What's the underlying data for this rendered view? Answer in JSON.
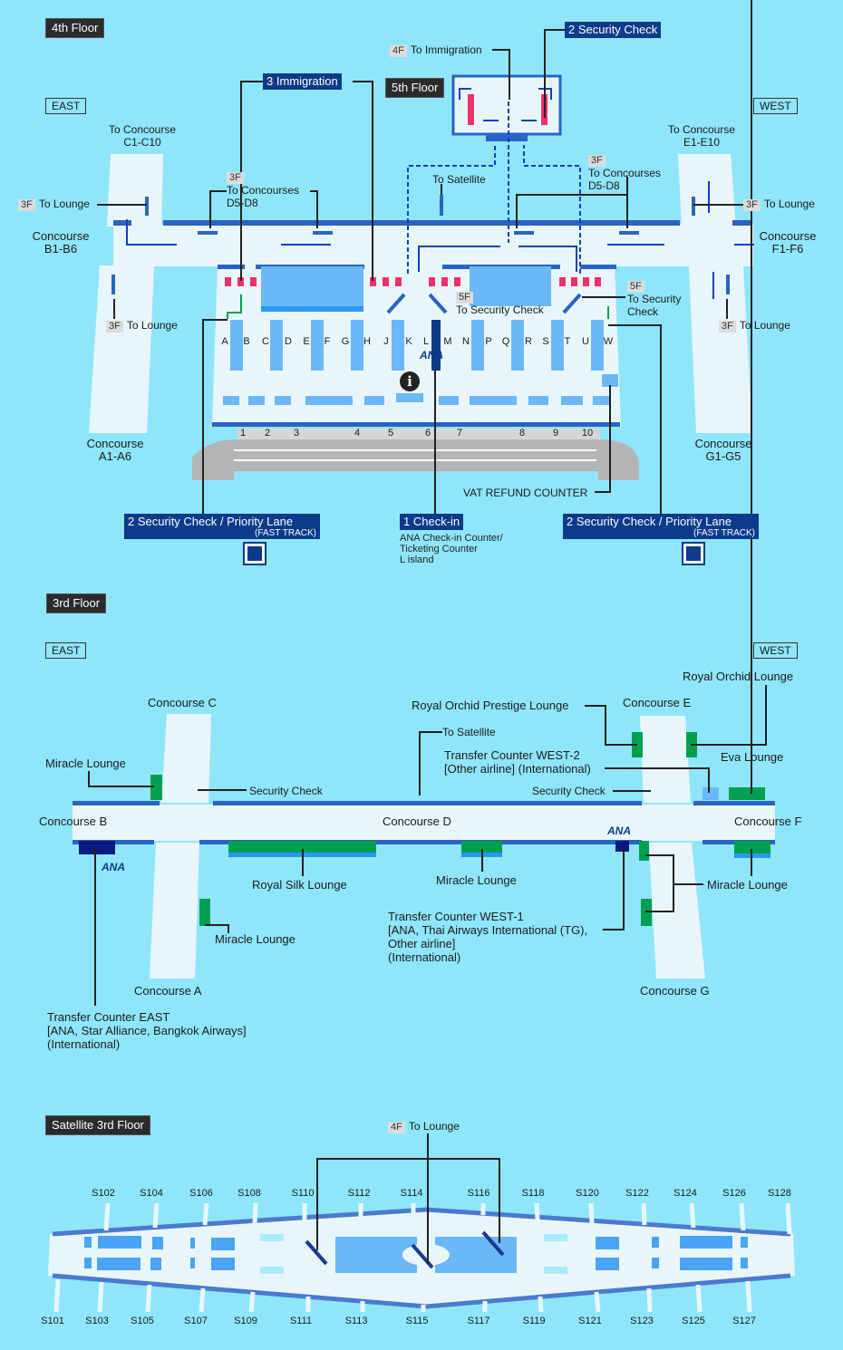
{
  "colors": {
    "background": "#8fe6fb",
    "concourse": "#e8f6fc",
    "edge": "#2a63c4",
    "counter": "#6ab8f8",
    "label_navy": "#0d3a8a",
    "security": "#f0306a",
    "lounge": "#00a050"
  },
  "floor4": {
    "title": "4th Floor",
    "east": "EAST",
    "west": "WEST",
    "floor5_title": "5th Floor",
    "to_immigration": {
      "badge": "4F",
      "text": "To Immigration"
    },
    "security_check_top": "2 Security Check",
    "immigration": "3 Immigration",
    "to_concourse_c": [
      "To Concourse",
      "C1-C10"
    ],
    "to_concourse_e": [
      "To Concourse",
      "E1-E10"
    ],
    "to_concourses_left": {
      "badge": "3F",
      "lines": [
        "To Concourses",
        "D5-D8"
      ]
    },
    "to_concourses_right": {
      "badge": "3F",
      "lines": [
        "To Concourses",
        "D5-D8"
      ]
    },
    "to_satellite": "To Satellite",
    "lounge_top_left": {
      "badge": "3F",
      "text": "To Lounge"
    },
    "lounge_top_right": {
      "badge": "3F",
      "text": "To Lounge"
    },
    "lounge_bottom_left": {
      "badge": "3F",
      "text": "To Lounge"
    },
    "lounge_bottom_right": {
      "badge": "3F",
      "text": "To Lounge"
    },
    "concourse_b": [
      "Concourse",
      "B1-B6"
    ],
    "concourse_f": [
      "Concourse",
      "F1-F6"
    ],
    "concourse_a": [
      "Concourse",
      "A1-A6"
    ],
    "concourse_g": [
      "Concourse",
      "G1-G5"
    ],
    "security_center": {
      "badge": "5F",
      "text": "To Security Check"
    },
    "security_right": {
      "badge": "5F",
      "lines": [
        "To Security",
        "Check"
      ]
    },
    "islands": [
      "A",
      "B",
      "C",
      "D",
      "E",
      "F",
      "G",
      "H",
      "J",
      "K",
      "L",
      "M",
      "N",
      "P",
      "Q",
      "R",
      "S",
      "T",
      "U",
      "W"
    ],
    "doors": [
      "1",
      "2",
      "3",
      "4",
      "5",
      "6",
      "7",
      "8",
      "9",
      "10"
    ],
    "vat_refund": "VAT REFUND COUNTER",
    "priority_left": {
      "title": "2 Security Check / Priority Lane",
      "sub": "(FAST TRACK)"
    },
    "priority_right": {
      "title": "2 Security Check / Priority Lane",
      "sub": "(FAST TRACK)"
    },
    "checkin": {
      "title": "1 Check-in",
      "lines": [
        "ANA Check-in Counter/",
        "Ticketing Counter",
        "L island"
      ]
    },
    "ana_logo": "ANA",
    "info_icon": "i"
  },
  "floor3": {
    "title": "3rd Floor",
    "east": "EAST",
    "west": "WEST",
    "royal_orchid": "Royal Orchid Lounge",
    "concourse_c": "Concourse C",
    "royal_orchid_prestige": "Royal Orchid Prestige Lounge",
    "concourse_e": "Concourse E",
    "to_satellite": "To Satellite",
    "transfer_west2": [
      "Transfer Counter WEST-2",
      "[Other airline] (International)"
    ],
    "miracle_left": "Miracle Lounge",
    "eva": "Eva Lounge",
    "security_left": "Security Check",
    "security_right": "Security Check",
    "concourse_b": "Concourse B",
    "concourse_d": "Concourse D",
    "concourse_f": "Concourse F",
    "royal_silk": "Royal Silk Lounge",
    "miracle_center": "Miracle Lounge",
    "miracle_right": "Miracle Lounge",
    "transfer_west1": [
      "Transfer Counter WEST-1",
      "[ANA, Thai Airways International (TG),",
      "Other airline]",
      "(International)"
    ],
    "miracle_a": "Miracle Lounge",
    "concourse_a": "Concourse A",
    "concourse_g": "Concourse G",
    "transfer_east": [
      "Transfer Counter EAST",
      "[ANA, Star Alliance, Bangkok Airways]",
      "(International)"
    ],
    "ana_logo": "ANA"
  },
  "satellite": {
    "title": "Satellite 3rd Floor",
    "to_lounge": {
      "badge": "4F",
      "text": "To Lounge"
    },
    "gates_top": [
      "S102",
      "S104",
      "S106",
      "S108",
      "S110",
      "S112",
      "S114",
      "S116",
      "S118",
      "S120",
      "S122",
      "S124",
      "S126",
      "S128"
    ],
    "gates_bottom": [
      "S101",
      "S103",
      "S105",
      "S107",
      "S109",
      "S111",
      "S113",
      "S115",
      "S117",
      "S119",
      "S121",
      "S123",
      "S125",
      "S127"
    ]
  }
}
